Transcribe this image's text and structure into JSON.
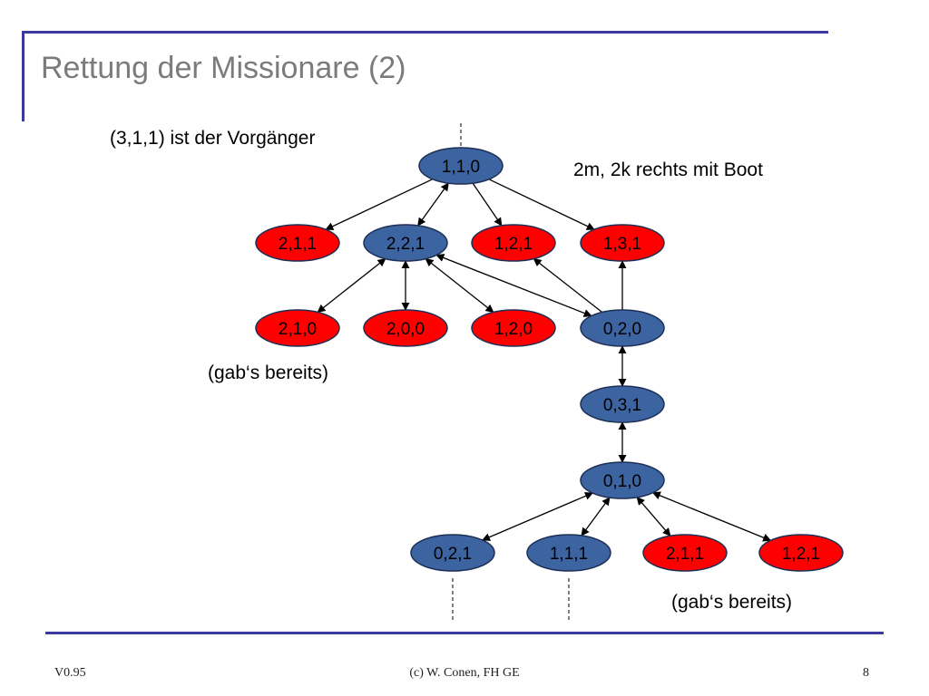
{
  "slide": {
    "title": "Rettung der Missionare (2)",
    "footer_left": "V0.95",
    "footer_center": "(c) W. Conen, FH GE",
    "footer_right": "8"
  },
  "colors": {
    "accent": "#3a3a9e",
    "node_blue": "#3c64a0",
    "node_red": "#ff0000",
    "node_outline": "#1e2f55",
    "title": "#7b7b7b"
  },
  "diagram": {
    "annotations": {
      "predecessor": "(3,1,1) ist der Vorgänger",
      "move": "2m, 2k rechts mit Boot",
      "existed_1": "(gab‘s bereits)",
      "existed_2": "(gab‘s bereits)"
    },
    "nodes": {
      "root": {
        "label": "1,1,0",
        "color": "blue"
      },
      "r1a": {
        "label": "2,1,1",
        "color": "red"
      },
      "r1b": {
        "label": "2,2,1",
        "color": "blue"
      },
      "r1c": {
        "label": "1,2,1",
        "color": "red"
      },
      "r1d": {
        "label": "1,3,1",
        "color": "red"
      },
      "r2a": {
        "label": "2,1,0",
        "color": "red"
      },
      "r2b": {
        "label": "2,0,0",
        "color": "red"
      },
      "r2c": {
        "label": "1,2,0",
        "color": "red"
      },
      "r2d": {
        "label": "0,2,0",
        "color": "blue"
      },
      "r3": {
        "label": "0,3,1",
        "color": "blue"
      },
      "r4": {
        "label": "0,1,0",
        "color": "blue"
      },
      "r5a": {
        "label": "0,2,1",
        "color": "blue"
      },
      "r5b": {
        "label": "1,1,1",
        "color": "blue"
      },
      "r5c": {
        "label": "2,1,1",
        "color": "red"
      },
      "r5d": {
        "label": "1,2,1",
        "color": "red"
      }
    },
    "edges": [
      {
        "from": "root",
        "to": "r1a",
        "arrows": "end"
      },
      {
        "from": "root",
        "to": "r1b",
        "arrows": "both"
      },
      {
        "from": "root",
        "to": "r1c",
        "arrows": "end"
      },
      {
        "from": "root",
        "to": "r1d",
        "arrows": "end"
      },
      {
        "from": "r1b",
        "to": "r2a",
        "arrows": "both"
      },
      {
        "from": "r1b",
        "to": "r2b",
        "arrows": "both"
      },
      {
        "from": "r1b",
        "to": "r2c",
        "arrows": "both"
      },
      {
        "from": "r1b",
        "to": "r2d",
        "arrows": "both"
      },
      {
        "from": "r2d",
        "to": "r1c",
        "arrows": "end"
      },
      {
        "from": "r2d",
        "to": "r1d",
        "arrows": "end"
      },
      {
        "from": "r2d",
        "to": "r3",
        "arrows": "both"
      },
      {
        "from": "r3",
        "to": "r4",
        "arrows": "both"
      },
      {
        "from": "r4",
        "to": "r5a",
        "arrows": "both"
      },
      {
        "from": "r4",
        "to": "r5b",
        "arrows": "both"
      },
      {
        "from": "r4",
        "to": "r5c",
        "arrows": "both"
      },
      {
        "from": "r4",
        "to": "r5d",
        "arrows": "both"
      }
    ]
  }
}
